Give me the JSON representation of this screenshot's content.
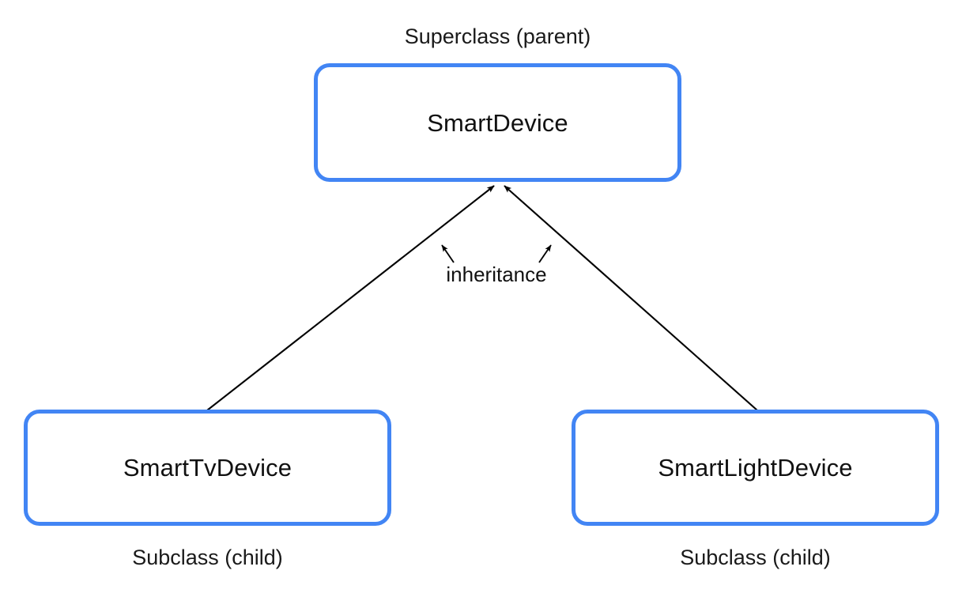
{
  "diagram": {
    "type": "class-inheritance-hierarchy",
    "background_color": "#ffffff",
    "node_border_color": "#4285F4",
    "node_fill_color": "#ffffff",
    "edge_color": "#000000",
    "text_color": "#111111"
  },
  "nodes": {
    "superclass": {
      "title": "SmartDevice",
      "caption": "Superclass (parent)",
      "role": "superclass"
    },
    "subclass_tv": {
      "title": "SmartTvDevice",
      "caption": "Subclass (child)",
      "role": "subclass"
    },
    "subclass_light": {
      "title": "SmartLightDevice",
      "caption": "Subclass (child)",
      "role": "subclass"
    }
  },
  "edges": {
    "label": "inheritance",
    "relations": [
      {
        "from": "SmartTvDevice",
        "to": "SmartDevice",
        "kind": "inheritance"
      },
      {
        "from": "SmartLightDevice",
        "to": "SmartDevice",
        "kind": "inheritance"
      }
    ]
  }
}
